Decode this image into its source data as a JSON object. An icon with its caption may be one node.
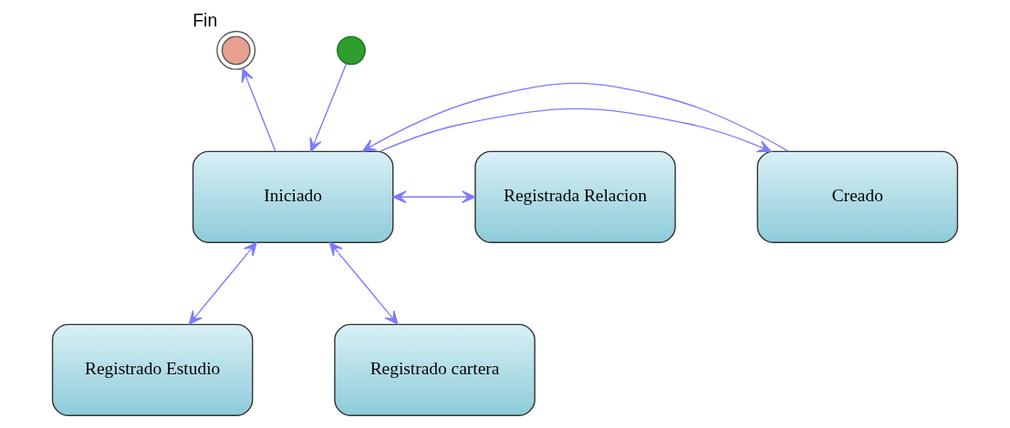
{
  "diagram": {
    "nodes": [
      {
        "text": [],
        "shape": "circle",
        "beside": [
          "Fin"
        ]
      },
      {
        "text": [],
        "shape": "circle"
      },
      {
        "text": [
          "Creado"
        ]
      },
      {
        "text": [
          "Registrada Relacion"
        ]
      },
      {
        "text": [
          "Iniciado"
        ]
      },
      {
        "text": [
          "Registrado Estudio"
        ]
      },
      {
        "text": [
          "Registrado cartera"
        ]
      }
    ],
    "edges": [
      {
        "from": 4,
        "to": 0,
        "arrow": "to"
      },
      {
        "from": 1,
        "to": 4,
        "arrow": "to"
      },
      {
        "from": 4,
        "to": 2,
        "arrow": "to"
      },
      {
        "from": 2,
        "to": 4,
        "arrow": "to"
      },
      {
        "from": 4,
        "to": 3,
        "arrow": "both"
      },
      {
        "from": 4,
        "to": 5,
        "arrow": "both"
      },
      {
        "from": 4,
        "to": 6,
        "arrow": "both"
      }
    ]
  }
}
